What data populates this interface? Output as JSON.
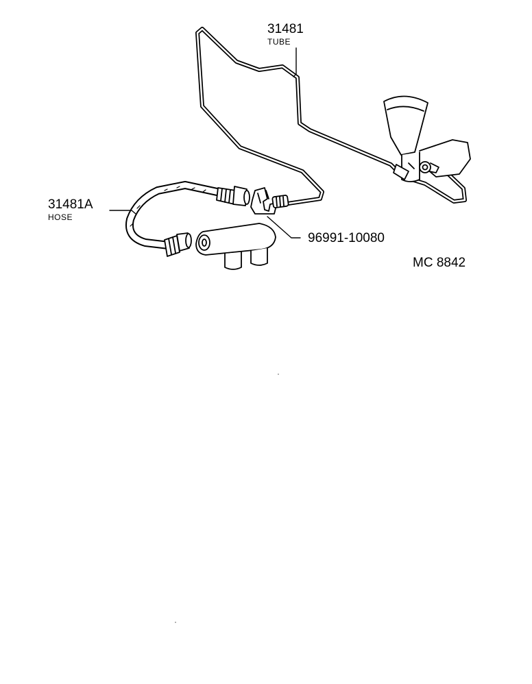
{
  "labels": {
    "tube_number": "31481",
    "tube_name": "TUBE",
    "hose_number": "31481A",
    "hose_name": "HOSE",
    "clip_number": "96991-10080",
    "figure_code": "MC  8842"
  }
}
